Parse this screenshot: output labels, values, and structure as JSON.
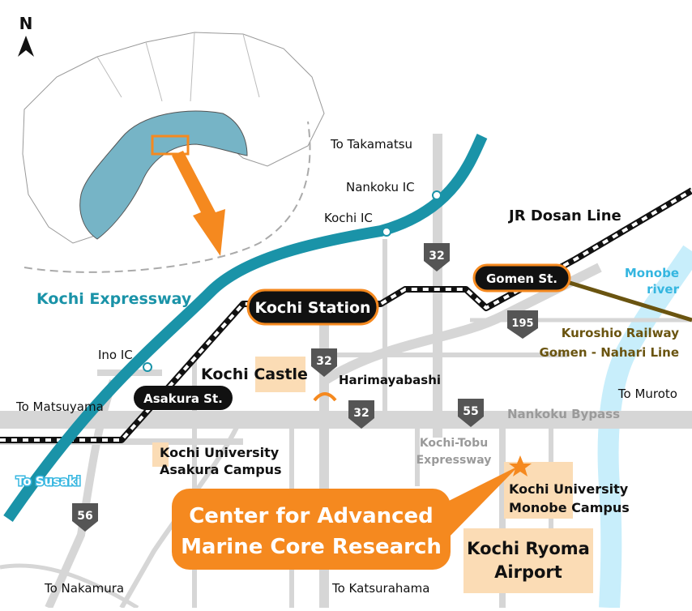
{
  "compass": {
    "label": "N"
  },
  "lines": {
    "expressway": "Kochi Expressway",
    "jr_line": "JR Dosan Line",
    "kuroshio_1": "Kuroshio Railway",
    "kuroshio_2": "Gomen - Nahari Line",
    "tobu_1": "Kochi-Tobu",
    "tobu_2": "Expressway",
    "bypass": "Nankoku Bypass",
    "river_1": "Monobe",
    "river_2": "river"
  },
  "interchanges": {
    "ino": "Ino IC",
    "kochi": "Kochi IC",
    "nankoku": "Nankoku IC"
  },
  "stations": {
    "kochi": "Kochi Station",
    "gomen": "Gomen St.",
    "asakura": "Asakura St."
  },
  "places": {
    "castle": "Kochi Castle",
    "harimayabashi": "Harimayabashi",
    "asakura_campus_1": "Kochi University",
    "asakura_campus_2": "Asakura Campus",
    "monobe_campus_1": "Kochi University",
    "monobe_campus_2": "Monobe Campus",
    "airport_1": "Kochi Ryoma",
    "airport_2": "Airport"
  },
  "destinations": {
    "takamatsu": "To Takamatsu",
    "matsuyama": "To Matsuyama",
    "susaki": "To Susaki",
    "nakamura": "To Nakamura",
    "katsurahama": "To Katsurahama",
    "muroto": "To Muroto"
  },
  "routes": {
    "r32_north": "32",
    "r32_castle": "32",
    "r32_bypass": "32",
    "r55": "55",
    "r195": "195",
    "r56": "56"
  },
  "callout": {
    "line1": "Center for Advanced",
    "line2": "Marine Core Research"
  },
  "colors": {
    "expressway": "#1a93a8",
    "road": "#d6d6d6",
    "river": "#c8eefb",
    "callout": "#f5891f",
    "place_highlight": "#fbdcb5",
    "kuroshio": "#6a5410",
    "shikoku_fill": "#76b4c6"
  }
}
